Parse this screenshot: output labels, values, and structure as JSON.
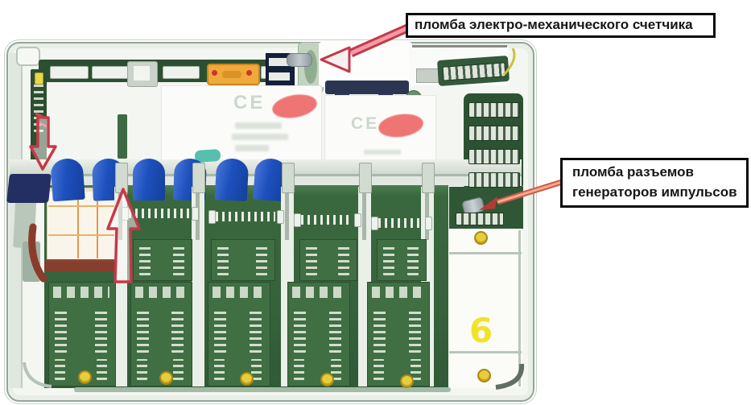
{
  "annotations": {
    "meter_seal_label": "пломба электро-механического счетчика",
    "pulse_seal_label_line1": "пломба разъемов",
    "pulse_seal_label_line2": "генераторов импульсов"
  },
  "device": {
    "ce_mark_left": "CE",
    "ce_mark_right": "CE",
    "bay_number": "6"
  },
  "colors": {
    "annotation_red": "#c83848",
    "label_border": "#000000",
    "pcb_green_dark": "#2d5233",
    "pcb_green": "#3a683e",
    "ribbon_blue": "#1d50bd",
    "ribbon_navy": "#232f63",
    "connector_orange": "#f0a93a",
    "seal_sticker_red": "#ef6a6a",
    "screw_yellow": "#e8cd3a",
    "bay_number_yellow": "#efe32b",
    "relay_cream": "#faf5ea",
    "wire_maroon": "#8a3c2c",
    "enclosure_gray": "#f3f6f1"
  }
}
